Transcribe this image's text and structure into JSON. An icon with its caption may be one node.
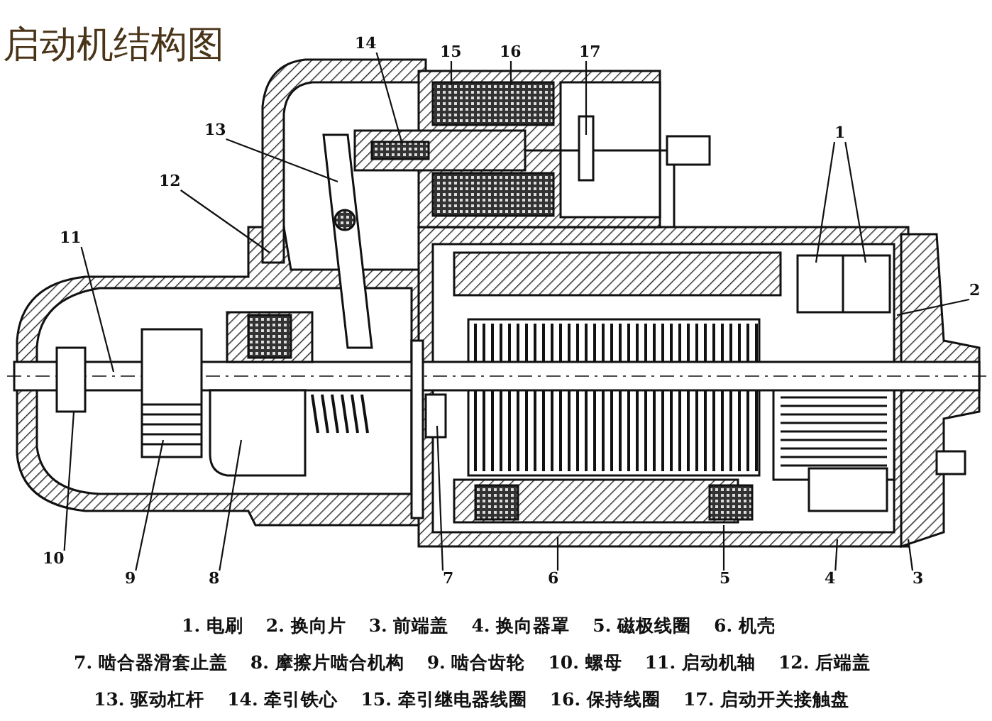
{
  "diagram": {
    "title": "启动机结构图",
    "nodes": [
      {
        "text": [
          "14"
        ]
      },
      {
        "text": [
          "15"
        ]
      },
      {
        "text": [
          "16"
        ]
      },
      {
        "text": [
          "17"
        ]
      },
      {
        "text": [
          "1"
        ]
      },
      {
        "text": [
          "13"
        ]
      },
      {
        "text": [
          "12"
        ]
      },
      {
        "text": [
          "11"
        ]
      },
      {
        "text": [
          "2"
        ]
      },
      {
        "text": [
          "10"
        ]
      },
      {
        "text": [
          "9"
        ]
      },
      {
        "text": [
          "8"
        ]
      },
      {
        "text": [
          "7"
        ]
      },
      {
        "text": [
          "6"
        ]
      },
      {
        "text": [
          "5"
        ]
      },
      {
        "text": [
          "4"
        ]
      },
      {
        "text": [
          "3"
        ]
      }
    ],
    "edges": [
      {
        "from": 0,
        "to": null,
        "arrow": "none"
      },
      {
        "from": 1,
        "to": null,
        "arrow": "none"
      },
      {
        "from": 2,
        "to": null,
        "arrow": "none"
      },
      {
        "from": 3,
        "to": null,
        "arrow": "none"
      },
      {
        "from": 4,
        "to": null,
        "arrow": "none"
      },
      {
        "from": 4,
        "to": null,
        "arrow": "none"
      },
      {
        "from": 5,
        "to": null,
        "arrow": "none"
      },
      {
        "from": 6,
        "to": null,
        "arrow": "none"
      },
      {
        "from": 7,
        "to": null,
        "arrow": "none"
      },
      {
        "from": 8,
        "to": null,
        "arrow": "none"
      },
      {
        "from": 9,
        "to": null,
        "arrow": "none"
      },
      {
        "from": 10,
        "to": null,
        "arrow": "none"
      },
      {
        "from": 11,
        "to": null,
        "arrow": "none"
      },
      {
        "from": 12,
        "to": null,
        "arrow": "none"
      },
      {
        "from": 13,
        "to": null,
        "arrow": "none"
      },
      {
        "from": 14,
        "to": null,
        "arrow": "none"
      },
      {
        "from": 15,
        "to": null,
        "arrow": "none"
      },
      {
        "from": 16,
        "to": null,
        "arrow": "none"
      }
    ],
    "labels": [
      "1. 电刷",
      "2. 换向片",
      "3. 前端盖",
      "4. 换向器罩",
      "5. 磁极线圈",
      "6. 机壳",
      "7. 啮合器滑套止盖",
      "8. 摩擦片啮合机构",
      "9. 啮合齿轮",
      "10. 螺母",
      "11. 启动机轴",
      "12. 后端盖",
      "13. 驱动杠杆",
      "14. 牵引铁心",
      "15. 牵引继电器线圈",
      "16. 保持线圈",
      "17. 启动开关接触盘"
    ]
  }
}
